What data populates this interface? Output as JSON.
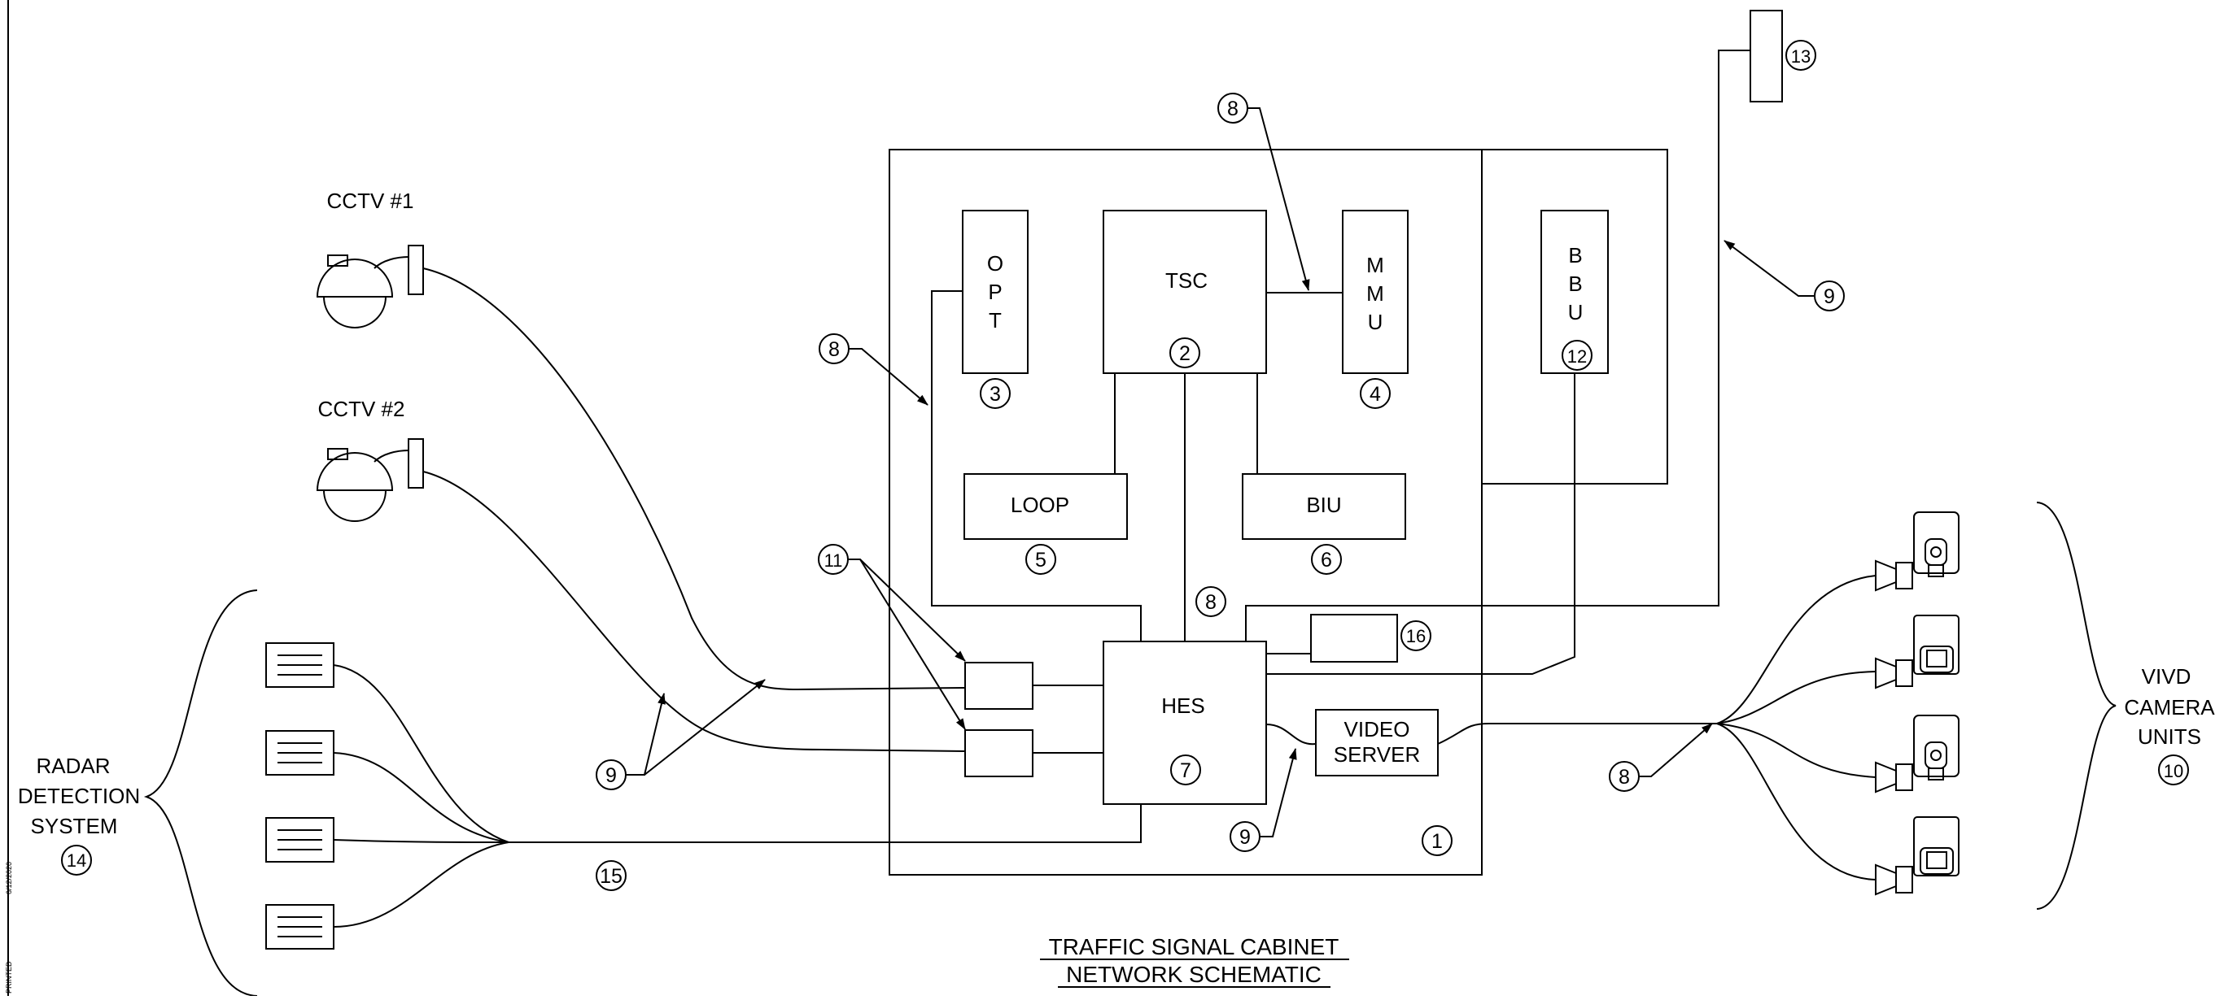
{
  "diagram": {
    "title_line1": "TRAFFIC SIGNAL CABINET",
    "title_line2": "NETWORK SCHEMATIC",
    "side_stamp_1": "PRINTED",
    "side_stamp_2": "6/12/2020",
    "components": {
      "opt": {
        "letters": [
          "O",
          "P",
          "T"
        ],
        "num": "3"
      },
      "tsc": {
        "label": "TSC",
        "num": "2"
      },
      "mmu": {
        "letters": [
          "M",
          "M",
          "U"
        ],
        "num": "4"
      },
      "bbu": {
        "letters": [
          "B",
          "B",
          "U"
        ],
        "num": "12"
      },
      "loop": {
        "label": "LOOP",
        "num": "5"
      },
      "biu": {
        "label": "BIU",
        "num": "6"
      },
      "hes": {
        "label": "HES",
        "num": "7"
      },
      "video_server": {
        "line1": "VIDEO",
        "line2": "SERVER"
      },
      "cabinet_num": "1",
      "box16_num": "16",
      "device13_num": "13"
    },
    "callouts": {
      "c8_top": "8",
      "c8_left": "8",
      "c8_center": "8",
      "c8_right": "8",
      "c9_right": "9",
      "c9_left": "9",
      "c9_bottom": "9",
      "c11": "11",
      "c15": "15"
    },
    "cctv1_label": "CCTV #1",
    "cctv2_label": "CCTV #2",
    "radar": {
      "line1": "RADAR",
      "line2": "DETECTION",
      "line3": "SYSTEM",
      "num": "14"
    },
    "vivd": {
      "line1": "VIVD",
      "line2": "CAMERA",
      "line3": "UNITS",
      "num": "10"
    }
  }
}
